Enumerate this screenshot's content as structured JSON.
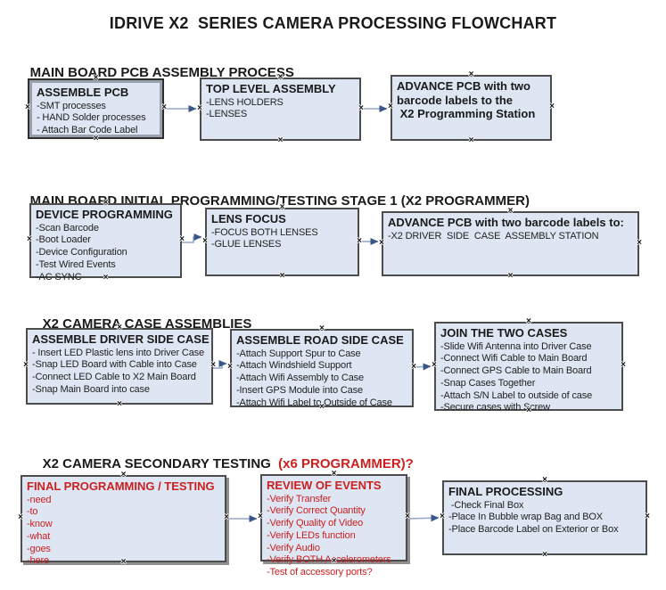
{
  "title": "IDRIVE X2  SERIES CAMERA PROCESSING FLOWCHART",
  "colors": {
    "box_fill": "#dde6f2",
    "box_border": "#4c4c4c",
    "red_text": "#cc2020",
    "arrow_line": "#93a6c7",
    "arrow_head": "#3a5687",
    "text": "#1a1a1a",
    "shadow": "#8f8f8f"
  },
  "misc": {
    "handle_glyph": "×"
  },
  "sections": [
    {
      "heading": "MAIN BOARD PCB ASSEMBLY PROCESS",
      "boxes": [
        {
          "title": "ASSEMBLE PCB",
          "lines": [
            "-SMT processes",
            "- HAND Solder processes",
            "- Attach Bar Code Label"
          ]
        },
        {
          "title": "TOP LEVEL ASSEMBLY",
          "lines": [
            "-LENS HOLDERS",
            "-LENSES"
          ]
        },
        {
          "title": "ADVANCE PCB with two\nbarcode labels to the\n X2 Programming Station",
          "lines": []
        }
      ]
    },
    {
      "heading": "MAIN BOARD INITIAL PROGRAMMING/TESTING STAGE 1 (X2 PROGRAMMER)",
      "boxes": [
        {
          "title": "DEVICE PROGRAMMING",
          "lines": [
            "-Scan Barcode",
            "-Boot Loader",
            "-Device Configuration",
            "-Test Wired Events",
            "-AC SYNC"
          ]
        },
        {
          "title": "LENS FOCUS",
          "lines": [
            "-FOCUS BOTH LENSES",
            "-GLUE LENSES"
          ]
        },
        {
          "title": "ADVANCE PCB with two barcode labels to:",
          "lines": [
            "-X2 DRIVER  SIDE  CASE  ASSEMBLY STATION"
          ]
        }
      ]
    },
    {
      "heading": "X2 CAMERA CASE ASSEMBLIES",
      "boxes": [
        {
          "title": "ASSEMBLE DRIVER SIDE CASE",
          "lines": [
            "- Insert LED Plastic lens into Driver Case",
            "-Snap LED Board with Cable into Case",
            "-Connect LED Cable to X2 Main Board",
            "-Snap Main Board into case"
          ]
        },
        {
          "title": "ASSEMBLE ROAD SIDE CASE",
          "lines": [
            "-Attach Support Spur to Case",
            "-Attach Windshield Support",
            "-Attach Wifi Assembly to Case",
            "-Insert GPS Module into Case",
            "-Attach Wifi Label to Outside of Case"
          ]
        },
        {
          "title": "JOIN THE TWO CASES",
          "lines": [
            "-Slide Wifi Antenna into Driver Case",
            "-Connect Wifi Cable to Main Board",
            "-Connect GPS Cable to Main Board",
            "-Snap Cases Together",
            "-Attach S/N Label to outside of case",
            "-Secure cases with Screw"
          ]
        }
      ]
    },
    {
      "heading": "X2 CAMERA SECONDARY TESTING  ",
      "heading_red": "(x6 PROGRAMMER)?",
      "boxes": [
        {
          "title": "FINAL PROGRAMMING / TESTING",
          "lines": [
            "-need",
            "-to",
            "-know",
            "-what",
            "-goes",
            "-here"
          ]
        },
        {
          "title": "REVIEW OF EVENTS",
          "lines": [
            "-Verify Transfer",
            "-Verify Correct Quantity",
            "-Verify Quality of Video",
            "-Verify LEDs function",
            "-Verify Audio",
            "-Verify BOTH Accelerometers",
            "-Test of accessory ports?"
          ]
        },
        {
          "title": "FINAL PROCESSING",
          "lines": [
            " -Check Final Box",
            "-Place In Bubble wrap Bag and BOX",
            "-Place Barcode Label on Exterior or Box"
          ]
        }
      ]
    }
  ]
}
